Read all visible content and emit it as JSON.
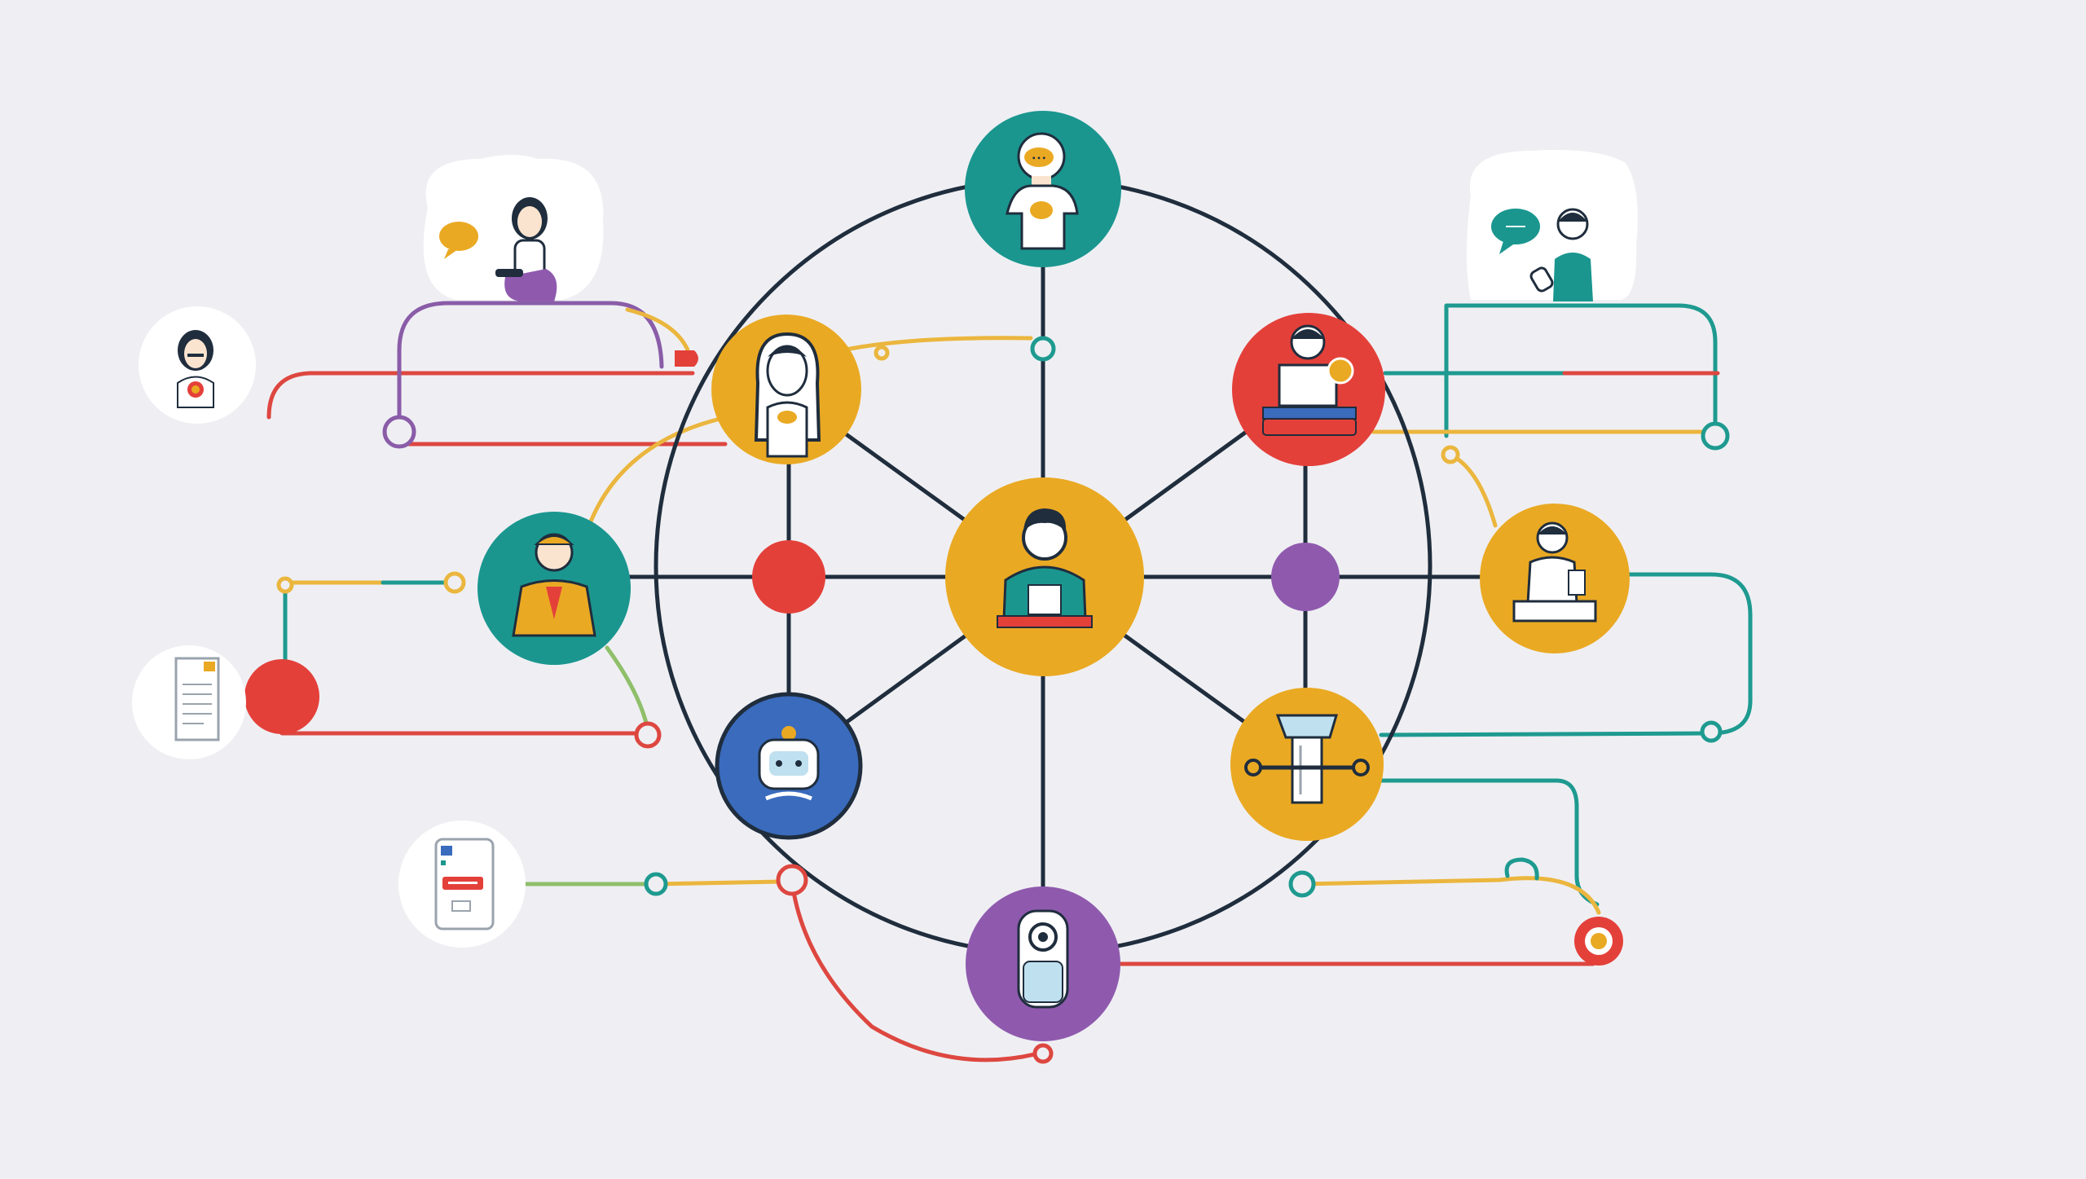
{
  "colors": {
    "background": "#efeff3",
    "hub_line": "#1f2d3d",
    "teal": "#1a968f",
    "yellow": "#eaa923",
    "red": "#e4403a",
    "blue": "#3a6bbd",
    "purple": "#8f5aae",
    "white": "#ffffff",
    "wire_red": "#dd4740",
    "wire_yellow": "#ebb63e",
    "wire_teal": "#1e9a90",
    "wire_purple": "#8a5ca8",
    "wire_green": "#8fbf6a"
  },
  "nodes": [
    {
      "name": "central-person-node",
      "icon": "person-laptop-icon",
      "color": "#eaa923"
    },
    {
      "name": "top-person-node",
      "icon": "person-chat-icon",
      "color": "#1a968f"
    },
    {
      "name": "upper-left-woman-node",
      "icon": "woman-icon",
      "color": "#eaa923"
    },
    {
      "name": "upper-right-presenter-node",
      "icon": "presenter-icon",
      "color": "#e4403a"
    },
    {
      "name": "left-worker-node",
      "icon": "worker-icon",
      "color": "#1a968f"
    },
    {
      "name": "right-desk-node",
      "icon": "desk-person-icon",
      "color": "#eaa923"
    },
    {
      "name": "lower-left-robot-node",
      "icon": "robot-icon",
      "color": "#3a6bbd"
    },
    {
      "name": "lower-right-machine-node",
      "icon": "machine-icon",
      "color": "#eaa923"
    },
    {
      "name": "bottom-device-node",
      "icon": "device-icon",
      "color": "#8f5aae"
    }
  ],
  "bubbles": [
    {
      "name": "woman-thought-bubble",
      "icon": "sitting-woman-icon"
    },
    {
      "name": "woman-portrait-bubble",
      "icon": "woman-portrait-icon"
    },
    {
      "name": "document-bubble",
      "icon": "document-icon"
    },
    {
      "name": "phone-bubble",
      "icon": "phone-icon"
    },
    {
      "name": "man-chat-bubble",
      "icon": "man-chat-icon"
    }
  ]
}
